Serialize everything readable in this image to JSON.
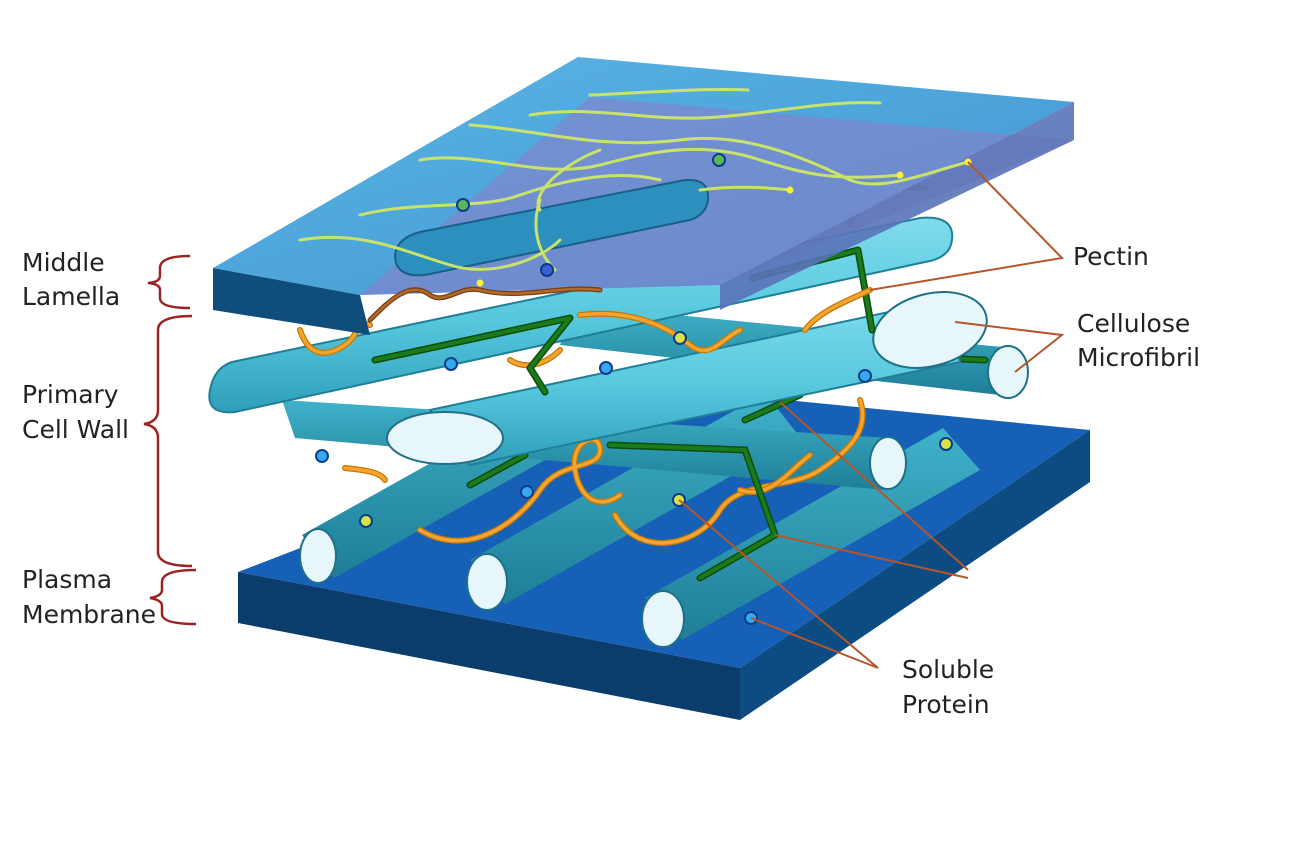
{
  "labels": {
    "middle_lamella": [
      "Middle",
      "Lamella"
    ],
    "primary_cell_wall": [
      "Primary",
      "Cell Wall"
    ],
    "plasma_membrane": [
      "Plasma",
      "Membrane"
    ],
    "pectin": "Pectin",
    "cellulose_microfibril": [
      "Cellulose",
      "Microfibril"
    ],
    "soluble_protein": [
      "Soluble",
      "Protein"
    ]
  },
  "colors": {
    "lamella_top": "#4aa6d8",
    "lamella_side": "#0f4d7a",
    "membrane_top": "#1660b8",
    "membrane_side": "#0a3d6b",
    "fibril": "#5ccde0",
    "fibril_end": "#e6f6fb",
    "hemicellulose": "#1b7a1b",
    "pectin_strand": "#f2a531",
    "protein": "#2d6be6",
    "leader": "#b5562a",
    "bracket": "#9b2323"
  }
}
